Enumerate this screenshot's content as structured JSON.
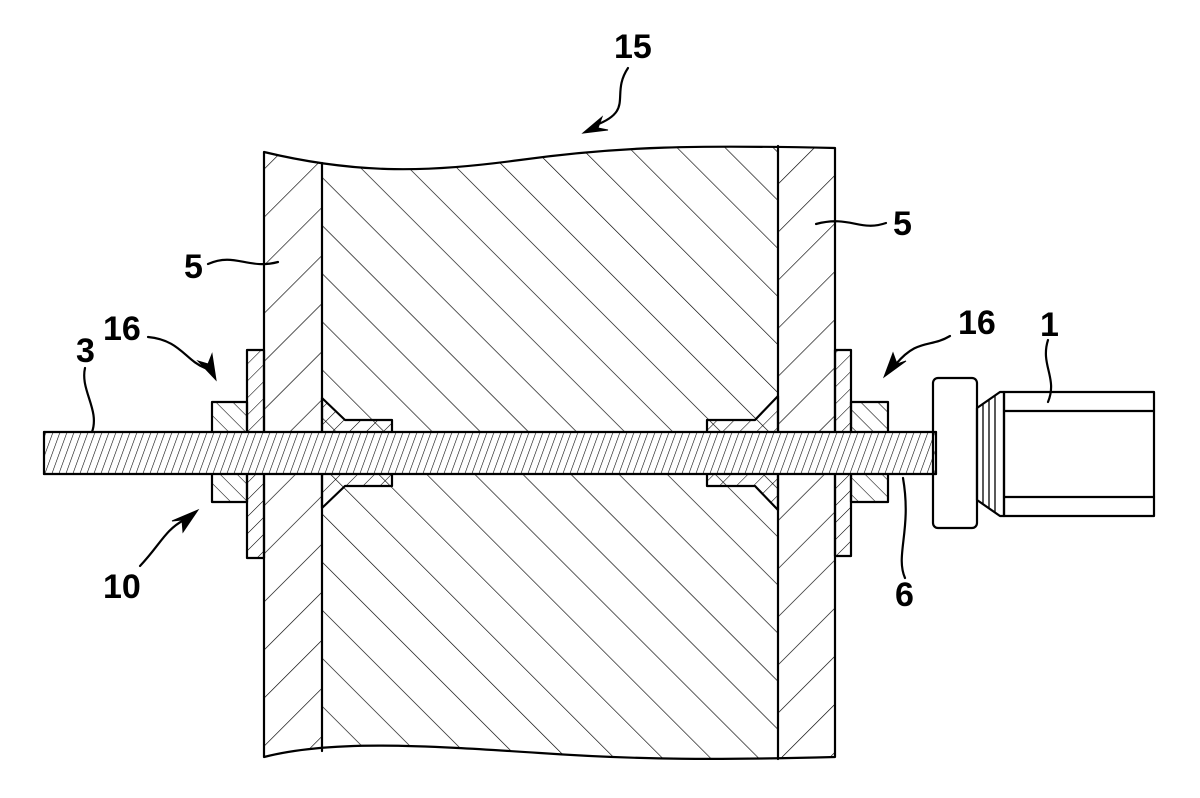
{
  "figure": {
    "labels": {
      "assembly": "15",
      "facing_left": "5",
      "facing_right": "5",
      "fastener_left": "16",
      "fastener_right": "16",
      "rod": "3",
      "tool": "1",
      "anchor": "10",
      "rod_end": "6"
    }
  }
}
